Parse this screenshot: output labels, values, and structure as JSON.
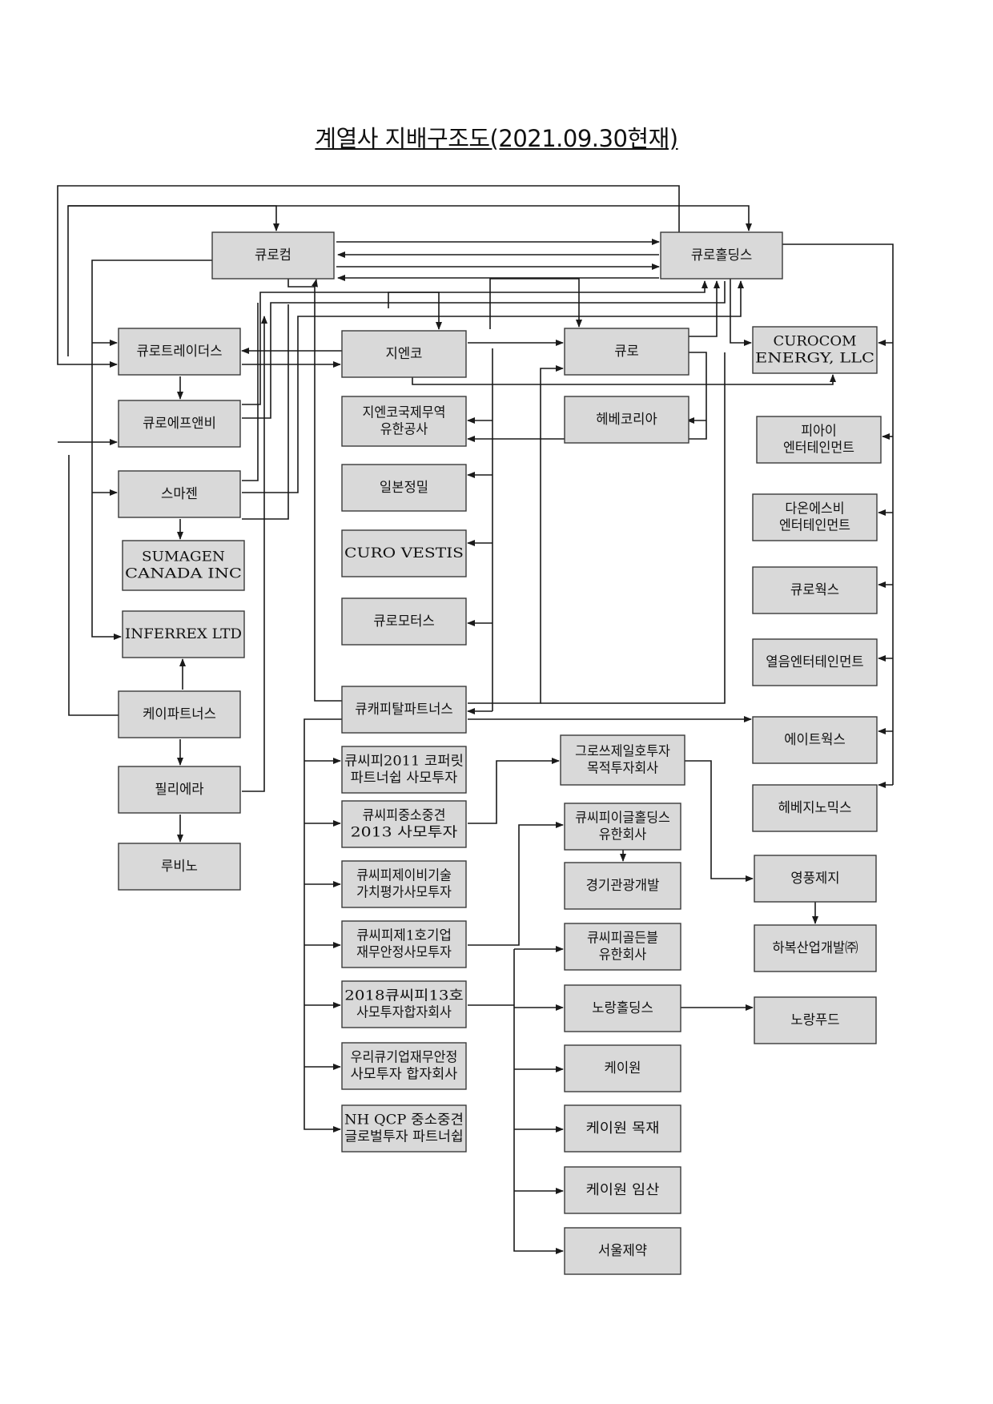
{
  "title": "계열사 지배구조도(2021.09.30현재)",
  "nodes": [
    {
      "id": "curocom",
      "lines": [
        "큐로컴"
      ]
    },
    {
      "id": "curoholdings",
      "lines": [
        "큐로홀딩스"
      ]
    },
    {
      "id": "curotraders",
      "lines": [
        "큐로트레이더스"
      ]
    },
    {
      "id": "curofnb",
      "lines": [
        "큐로에프앤비"
      ]
    },
    {
      "id": "sumagen",
      "lines": [
        "스마젠"
      ]
    },
    {
      "id": "sumagen_canada",
      "lines": [
        "SUMAGEN",
        "CANADA INC"
      ]
    },
    {
      "id": "inferrex",
      "lines": [
        "INFERREX LTD"
      ]
    },
    {
      "id": "kpartners",
      "lines": [
        "케이파트너스"
      ]
    },
    {
      "id": "philiera",
      "lines": [
        "필리에라"
      ]
    },
    {
      "id": "rubino",
      "lines": [
        "루비노"
      ]
    },
    {
      "id": "gnco",
      "lines": [
        "지엔코"
      ]
    },
    {
      "id": "gnco_trade",
      "lines": [
        "지엔코국제무역",
        "유한공사"
      ]
    },
    {
      "id": "ilbon",
      "lines": [
        "일본정밀"
      ]
    },
    {
      "id": "vestis",
      "lines": [
        "CURO VESTIS"
      ]
    },
    {
      "id": "motors",
      "lines": [
        "큐로모터스"
      ]
    },
    {
      "id": "qcp",
      "lines": [
        "큐캐피탈파트너스"
      ]
    },
    {
      "id": "fund2011",
      "lines": [
        "큐씨피2011 코퍼릿",
        "파트너쉽 사모투자"
      ]
    },
    {
      "id": "fund2013",
      "lines": [
        "큐씨피중소중견",
        "2013 사모투자"
      ]
    },
    {
      "id": "fundjb",
      "lines": [
        "큐씨피제이비기술",
        "가치평가사모투자"
      ]
    },
    {
      "id": "fund1",
      "lines": [
        "큐씨피제1호기업",
        "재무안정사모투자"
      ]
    },
    {
      "id": "fund13",
      "lines": [
        "2018큐씨피13호",
        "사모투자합자회사"
      ]
    },
    {
      "id": "woori",
      "lines": [
        "우리큐기업재무안정",
        "사모투자 합자회사"
      ]
    },
    {
      "id": "nhqcp",
      "lines": [
        "NH QCP 중소중견",
        "글로벌투자 파트너쉽"
      ]
    },
    {
      "id": "curo",
      "lines": [
        "큐로"
      ]
    },
    {
      "id": "hebe",
      "lines": [
        "헤베코리아"
      ]
    },
    {
      "id": "growth1",
      "lines": [
        "그로쓰제일호투자",
        "목적투자회사"
      ]
    },
    {
      "id": "eagle",
      "lines": [
        "큐씨피이글홀딩스",
        "유한회사"
      ]
    },
    {
      "id": "gyeonggi",
      "lines": [
        "경기관광개발"
      ]
    },
    {
      "id": "golden",
      "lines": [
        "큐씨피골든블",
        "유한회사"
      ]
    },
    {
      "id": "norang",
      "lines": [
        "노랑홀딩스"
      ]
    },
    {
      "id": "kone",
      "lines": [
        "케이원"
      ]
    },
    {
      "id": "kone_wood",
      "lines": [
        "케이원 목재"
      ]
    },
    {
      "id": "kone_forest",
      "lines": [
        "케이원 임산"
      ]
    },
    {
      "id": "seoul_pharm",
      "lines": [
        "서울제약"
      ]
    },
    {
      "id": "energy",
      "lines": [
        "CUROCOM",
        "ENERGY, LLC"
      ]
    },
    {
      "id": "pi_ent",
      "lines": [
        "피아이",
        "엔터테인먼트"
      ]
    },
    {
      "id": "down_ent",
      "lines": [
        "다온에스비",
        "엔터테인먼트"
      ]
    },
    {
      "id": "curoworks",
      "lines": [
        "큐로웍스"
      ]
    },
    {
      "id": "yeoleum",
      "lines": [
        "열음엔터테인먼트"
      ]
    },
    {
      "id": "eightworks",
      "lines": [
        "에이트웍스"
      ]
    },
    {
      "id": "hebegenomics",
      "lines": [
        "헤베지노믹스"
      ]
    },
    {
      "id": "youngpoong",
      "lines": [
        "영풍제지"
      ]
    },
    {
      "id": "habok",
      "lines": [
        "하복산업개발㈜"
      ]
    },
    {
      "id": "norangfood",
      "lines": [
        "노랑푸드"
      ]
    }
  ]
}
